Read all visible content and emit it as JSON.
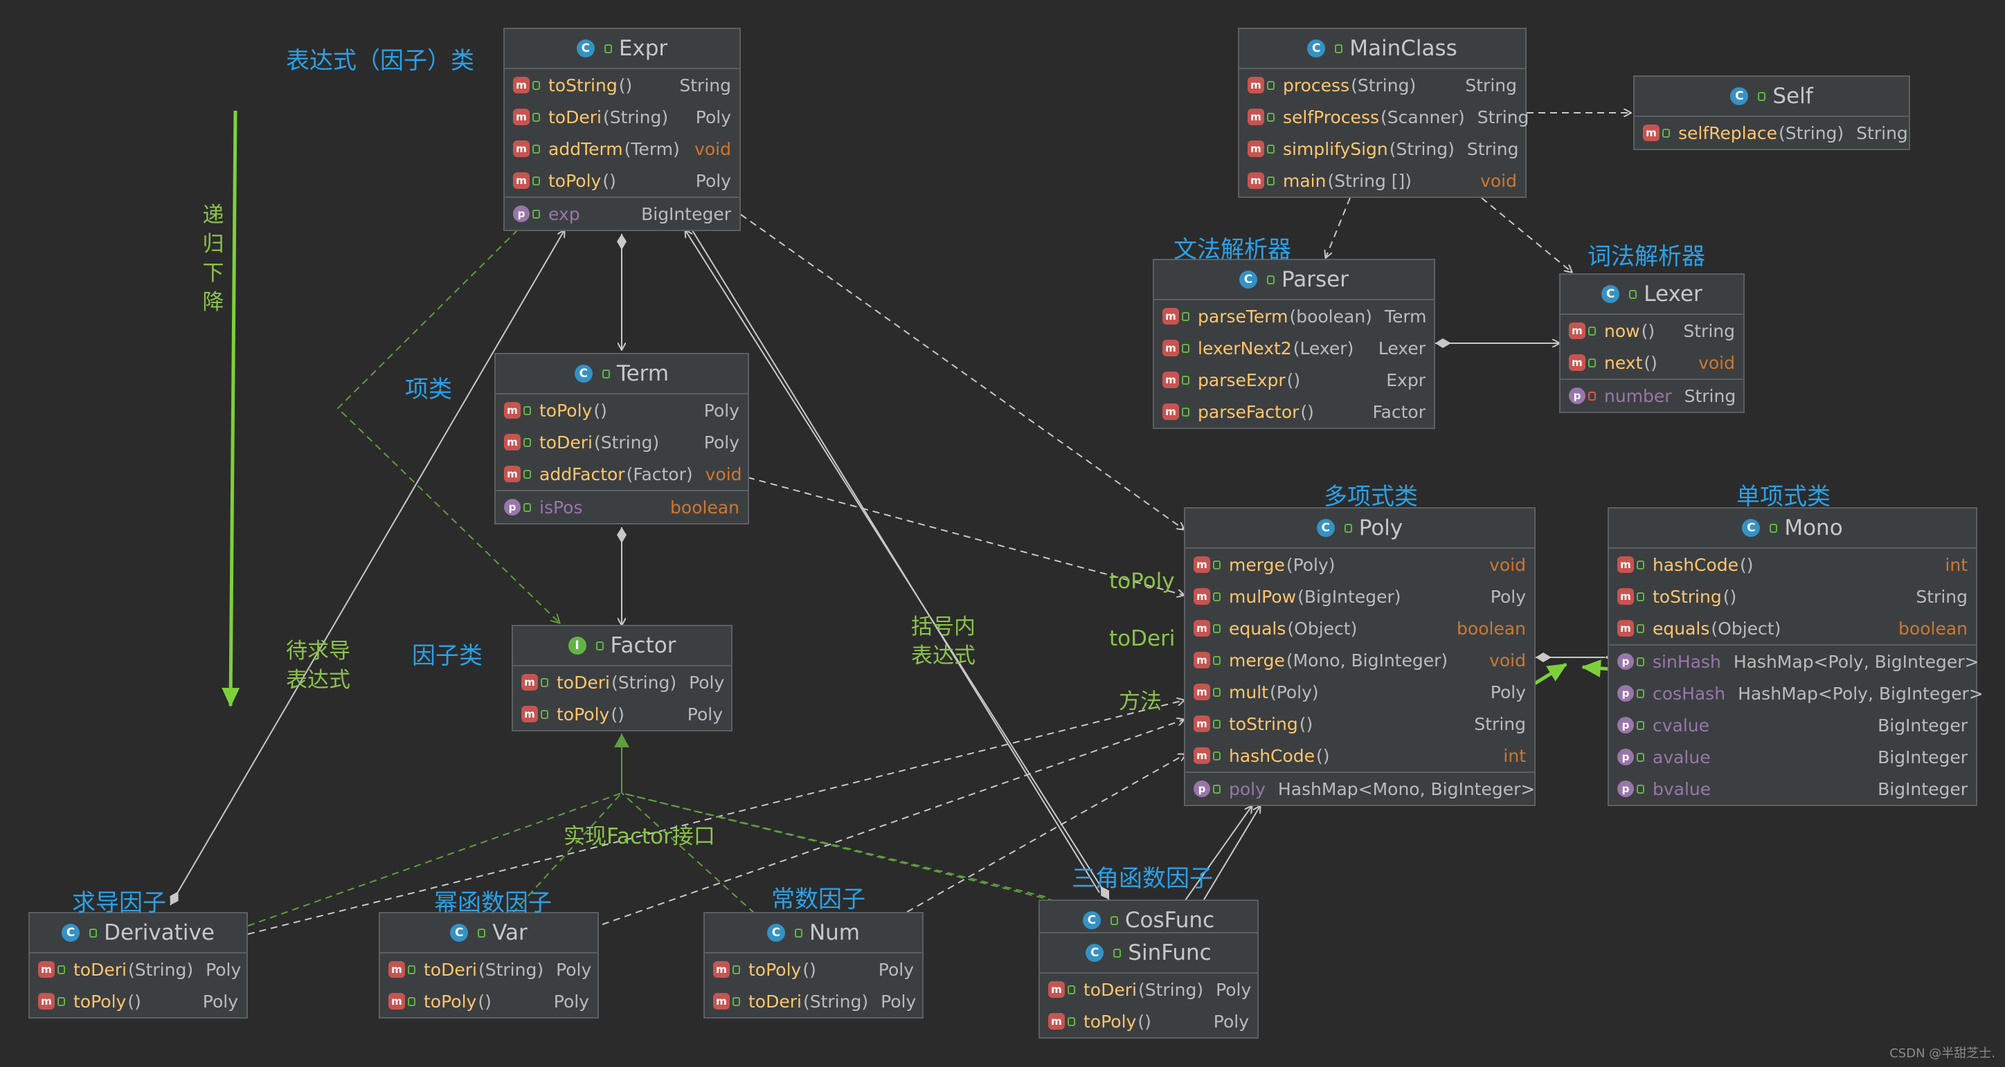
{
  "annotations": {
    "expr_class": "表达式（因子）类",
    "recursive_descent": "递归下降",
    "term_class": "项类",
    "factor_class": "因子类",
    "pending_deriv_expr": "待求导\n表达式",
    "paren_expr": "括号内\n表达式",
    "topoly": "toPoly",
    "toderi": "toDeri",
    "method": "方法",
    "implement_factor": "实现Factor接口",
    "derivative_factor": "求导因子",
    "power_factor": "幂函数因子",
    "constant_factor": "常数因子",
    "trig_factor": "三角函数因子",
    "syntax_parser": "文法解析器",
    "lexer_parser": "词法解析器",
    "poly_class": "多项式类",
    "mono_class": "单项式类"
  },
  "classes": {
    "expr": {
      "name": "Expr",
      "methods": [
        {
          "name": "toString",
          "params": " ()",
          "type": "String"
        },
        {
          "name": "toDeri",
          "params": "(String)",
          "type": "Poly"
        },
        {
          "name": "addTerm",
          "params": " (Term)",
          "type": "void"
        },
        {
          "name": "toPoly",
          "params": "()",
          "type": "Poly"
        }
      ],
      "fields": [
        {
          "name": "exp",
          "type": "BigInteger"
        }
      ]
    },
    "term": {
      "name": "Term",
      "methods": [
        {
          "name": "toPoly",
          "params": "()",
          "type": "Poly"
        },
        {
          "name": "toDeri",
          "params": "(String)",
          "type": "Poly"
        },
        {
          "name": "addFactor",
          "params": " (Factor)",
          "type": "void"
        }
      ],
      "fields": [
        {
          "name": "isPos",
          "type": "boolean"
        }
      ]
    },
    "factor": {
      "name": "Factor",
      "methods": [
        {
          "name": "toDeri",
          "params": "(String)",
          "type": "Poly"
        },
        {
          "name": "toPoly",
          "params": "()",
          "type": "Poly"
        }
      ]
    },
    "mainclass": {
      "name": "MainClass",
      "methods": [
        {
          "name": "process",
          "params": " (String)",
          "type": "String"
        },
        {
          "name": "selfProcess",
          "params": " (Scanner)",
          "type": "String"
        },
        {
          "name": "simplifySign",
          "params": " (String)",
          "type": "String"
        },
        {
          "name": "main",
          "params": "(String [])",
          "type": "void"
        }
      ]
    },
    "self": {
      "name": "Self",
      "methods": [
        {
          "name": "selfReplace",
          "params": " (String)",
          "type": "String"
        }
      ]
    },
    "parser": {
      "name": "Parser",
      "methods": [
        {
          "name": "parseTerm",
          "params": "(boolean)",
          "type": "Term"
        },
        {
          "name": "lexerNext2",
          "params": " (Lexer)",
          "type": "Lexer"
        },
        {
          "name": "parseExpr",
          "params": " ()",
          "type": "Expr"
        },
        {
          "name": "parseFactor",
          "params": " ()",
          "type": "Factor"
        }
      ]
    },
    "lexer": {
      "name": "Lexer",
      "methods": [
        {
          "name": "now",
          "params": "()",
          "type": "String"
        },
        {
          "name": "next",
          "params": "()",
          "type": "void"
        }
      ],
      "fields": [
        {
          "name": "number",
          "type": "String"
        }
      ]
    },
    "poly": {
      "name": "Poly",
      "methods": [
        {
          "name": "merge",
          "params": " (Poly)",
          "type": "void"
        },
        {
          "name": "mulPow",
          "params": " (BigInteger)",
          "type": "Poly"
        },
        {
          "name": "equals",
          "params": " (Object)",
          "type": "boolean"
        },
        {
          "name": "merge",
          "params": " (Mono, BigInteger)",
          "type": "void"
        },
        {
          "name": "mult",
          "params": " (Poly)",
          "type": "Poly"
        },
        {
          "name": "toString",
          "params": " ()",
          "type": "String"
        },
        {
          "name": "hashCode",
          "params": " ()",
          "type": "int"
        }
      ],
      "fields": [
        {
          "name": "poly",
          "type": "HashMap<Mono, BigInteger>"
        }
      ]
    },
    "mono": {
      "name": "Mono",
      "methods": [
        {
          "name": "hashCode",
          "params": " ()",
          "type": "int"
        },
        {
          "name": "toString",
          "params": " ()",
          "type": "String"
        },
        {
          "name": "equals",
          "params": " (Object)",
          "type": "boolean"
        }
      ],
      "fields": [
        {
          "name": "sinHash",
          "type": "HashMap<Poly, BigInteger>"
        },
        {
          "name": "cosHash",
          "type": "HashMap<Poly, BigInteger>"
        },
        {
          "name": "cvalue",
          "type": "BigInteger"
        },
        {
          "name": "avalue",
          "type": "BigInteger"
        },
        {
          "name": "bvalue",
          "type": "BigInteger"
        }
      ]
    },
    "derivative": {
      "name": "Derivative",
      "methods": [
        {
          "name": "toDeri",
          "params": "(String)",
          "type": "Poly"
        },
        {
          "name": "toPoly",
          "params": " ()",
          "type": "Poly"
        }
      ]
    },
    "var": {
      "name": "Var",
      "methods": [
        {
          "name": "toDeri",
          "params": "(String)",
          "type": "Poly"
        },
        {
          "name": "toPoly",
          "params": " ()",
          "type": "Poly"
        }
      ]
    },
    "num": {
      "name": "Num",
      "methods": [
        {
          "name": "toPoly",
          "params": "()",
          "type": "Poly"
        },
        {
          "name": "toDeri",
          "params": "(String)",
          "type": "Poly"
        }
      ]
    },
    "cosfunc": {
      "name": "CosFunc"
    },
    "sinfunc": {
      "name": "SinFunc",
      "methods": [
        {
          "name": "toDeri",
          "params": "(String)",
          "type": "Poly"
        },
        {
          "name": "toPoly",
          "params": " ()",
          "type": "Poly"
        }
      ]
    }
  },
  "icon_names": {
    "class": "class-icon",
    "interface": "interface-icon",
    "method": "method-icon",
    "field": "field-icon",
    "lock": "lock-icon"
  },
  "colors": {
    "background": "#2b2b2b",
    "panel": "#3c3f41",
    "blue_label": "#2aa1e8",
    "green_label": "#8bc34a",
    "method_name": "#ffc66d",
    "keyword": "#cc7832",
    "field_name": "#9876aa",
    "method_icon": "#c75450",
    "class_icon": "#3592c4"
  },
  "watermark": "CSDN @半甜芝士."
}
